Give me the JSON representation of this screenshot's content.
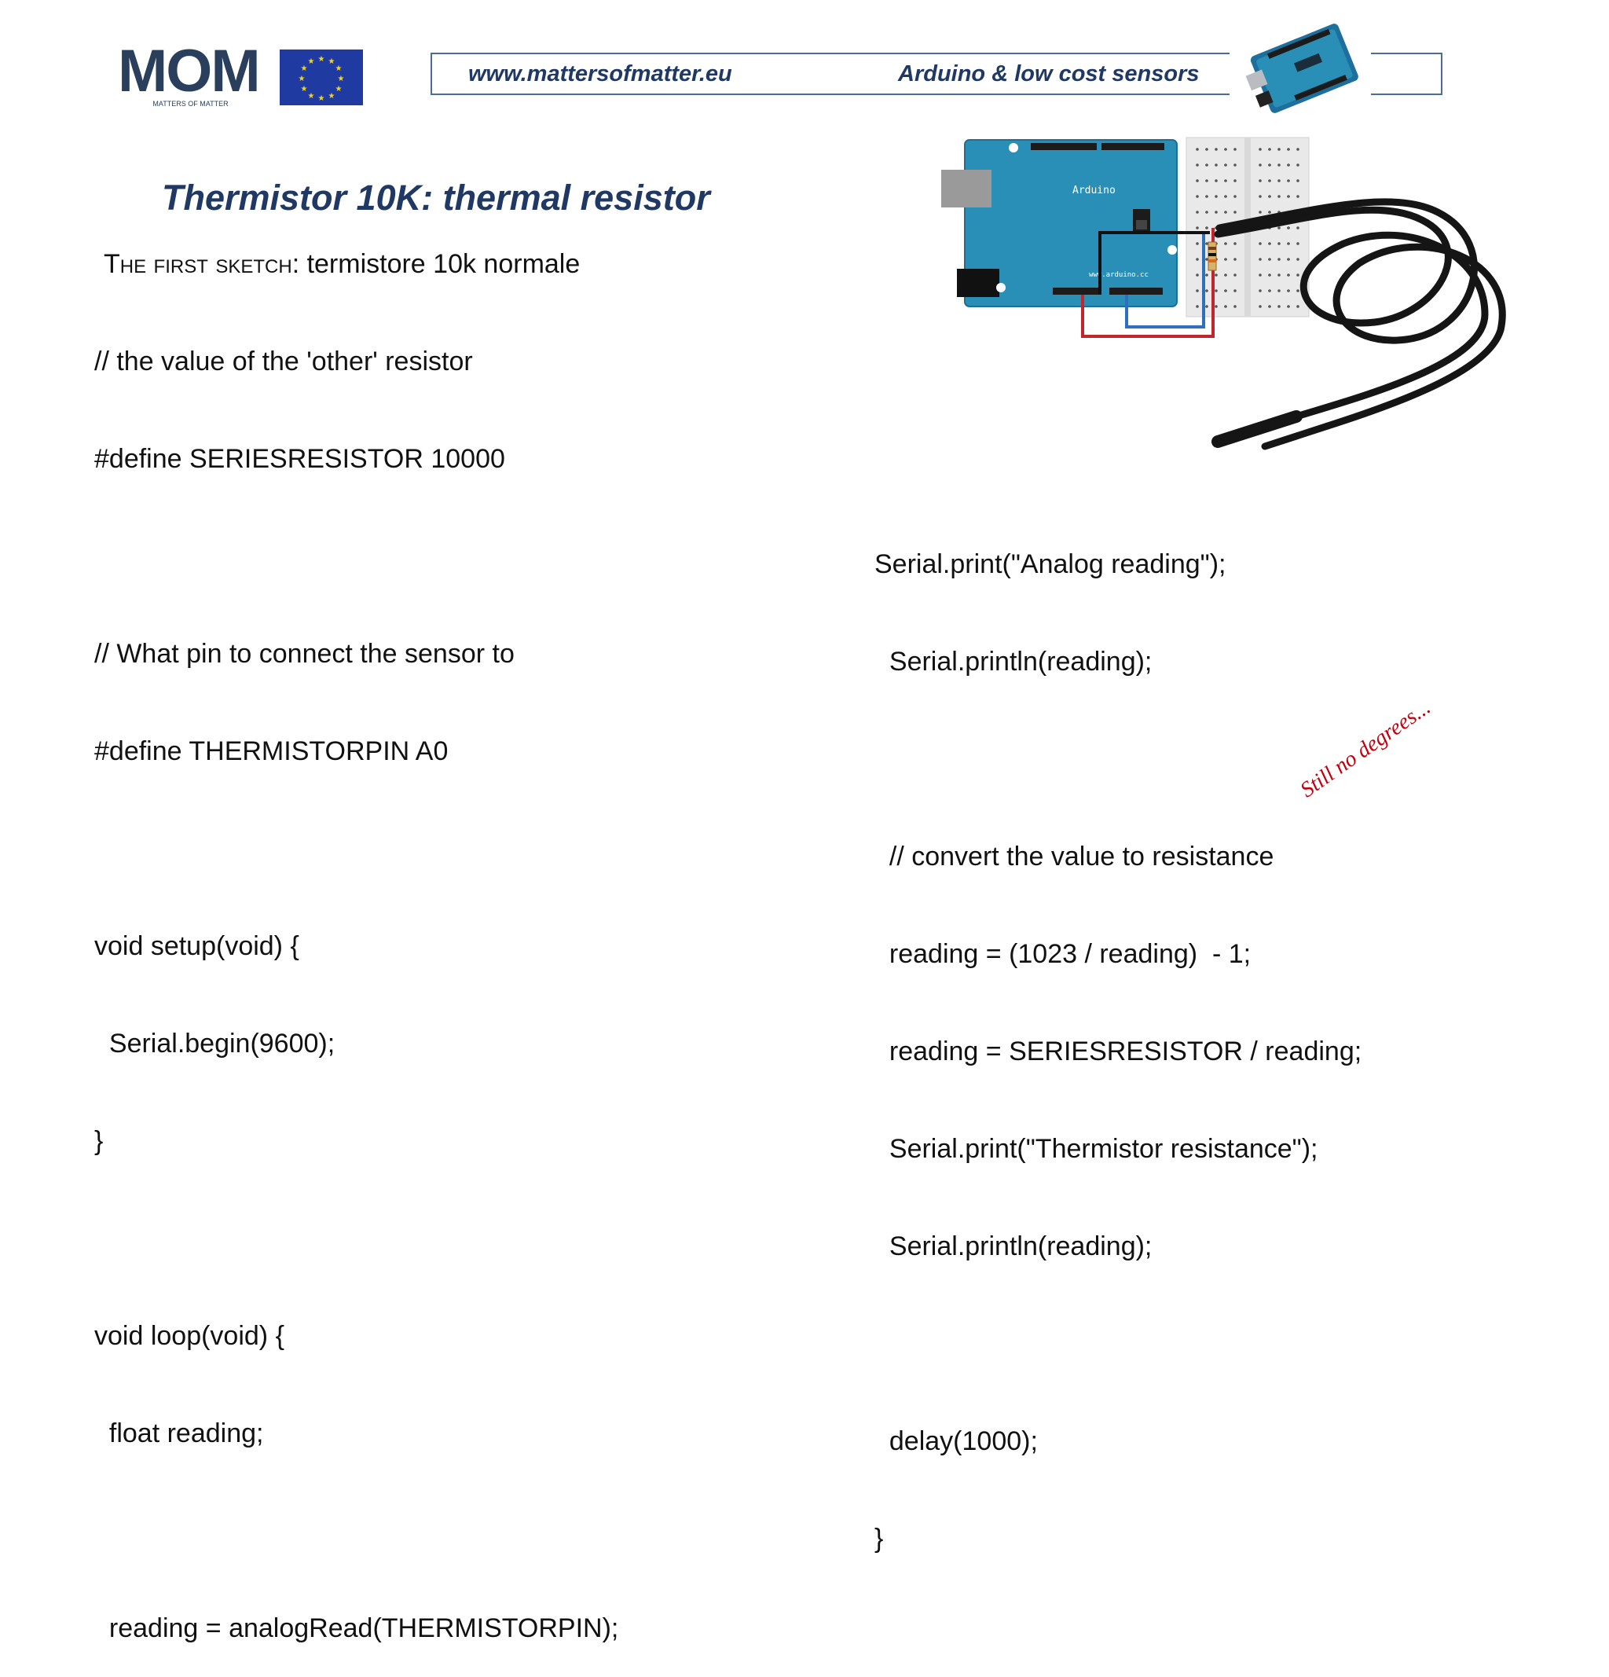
{
  "header": {
    "logo_text": "MOM",
    "logo_subtext": "MATTERS OF MATTER",
    "url": "www.mattersofmatter.eu",
    "topic": "Arduino & low cost sensors"
  },
  "slide": {
    "title": "Thermistor 10K: thermal resistor",
    "sketch_heading_label": "The first sketch",
    "sketch_heading_rest": ": termistore 10k normale"
  },
  "code_left": [
    "// the value of the 'other' resistor",
    "#define SERIESRESISTOR 10000",
    "",
    "// What pin to connect the sensor to",
    "#define THERMISTORPIN A0",
    "",
    "void setup(void) {",
    "  Serial.begin(9600);",
    "}",
    "",
    "void loop(void) {",
    "  float reading;",
    "",
    "  reading = analogRead(THERMISTORPIN);"
  ],
  "code_right": [
    "Serial.print(\"Analog reading\");",
    "  Serial.println(reading);",
    "",
    "  // convert the value to resistance",
    "  reading = (1023 / reading)  - 1;",
    "  reading = SERIESRESISTOR / reading;",
    "  Serial.print(\"Thermistor resistance\");",
    "  Serial.println(reading);",
    "",
    "  delay(1000);",
    "}"
  ],
  "diagram": {
    "board_label": "Arduino",
    "board_url": "www.arduino.cc"
  },
  "note": "Still no degrees...",
  "colors": {
    "title_blue": "#1f3864",
    "header_border": "#4a6b9c",
    "board_teal": "#2a8fb7",
    "note_red": "#c0000c",
    "wire_red": "#c0262c",
    "wire_blue": "#2f6fc0"
  }
}
